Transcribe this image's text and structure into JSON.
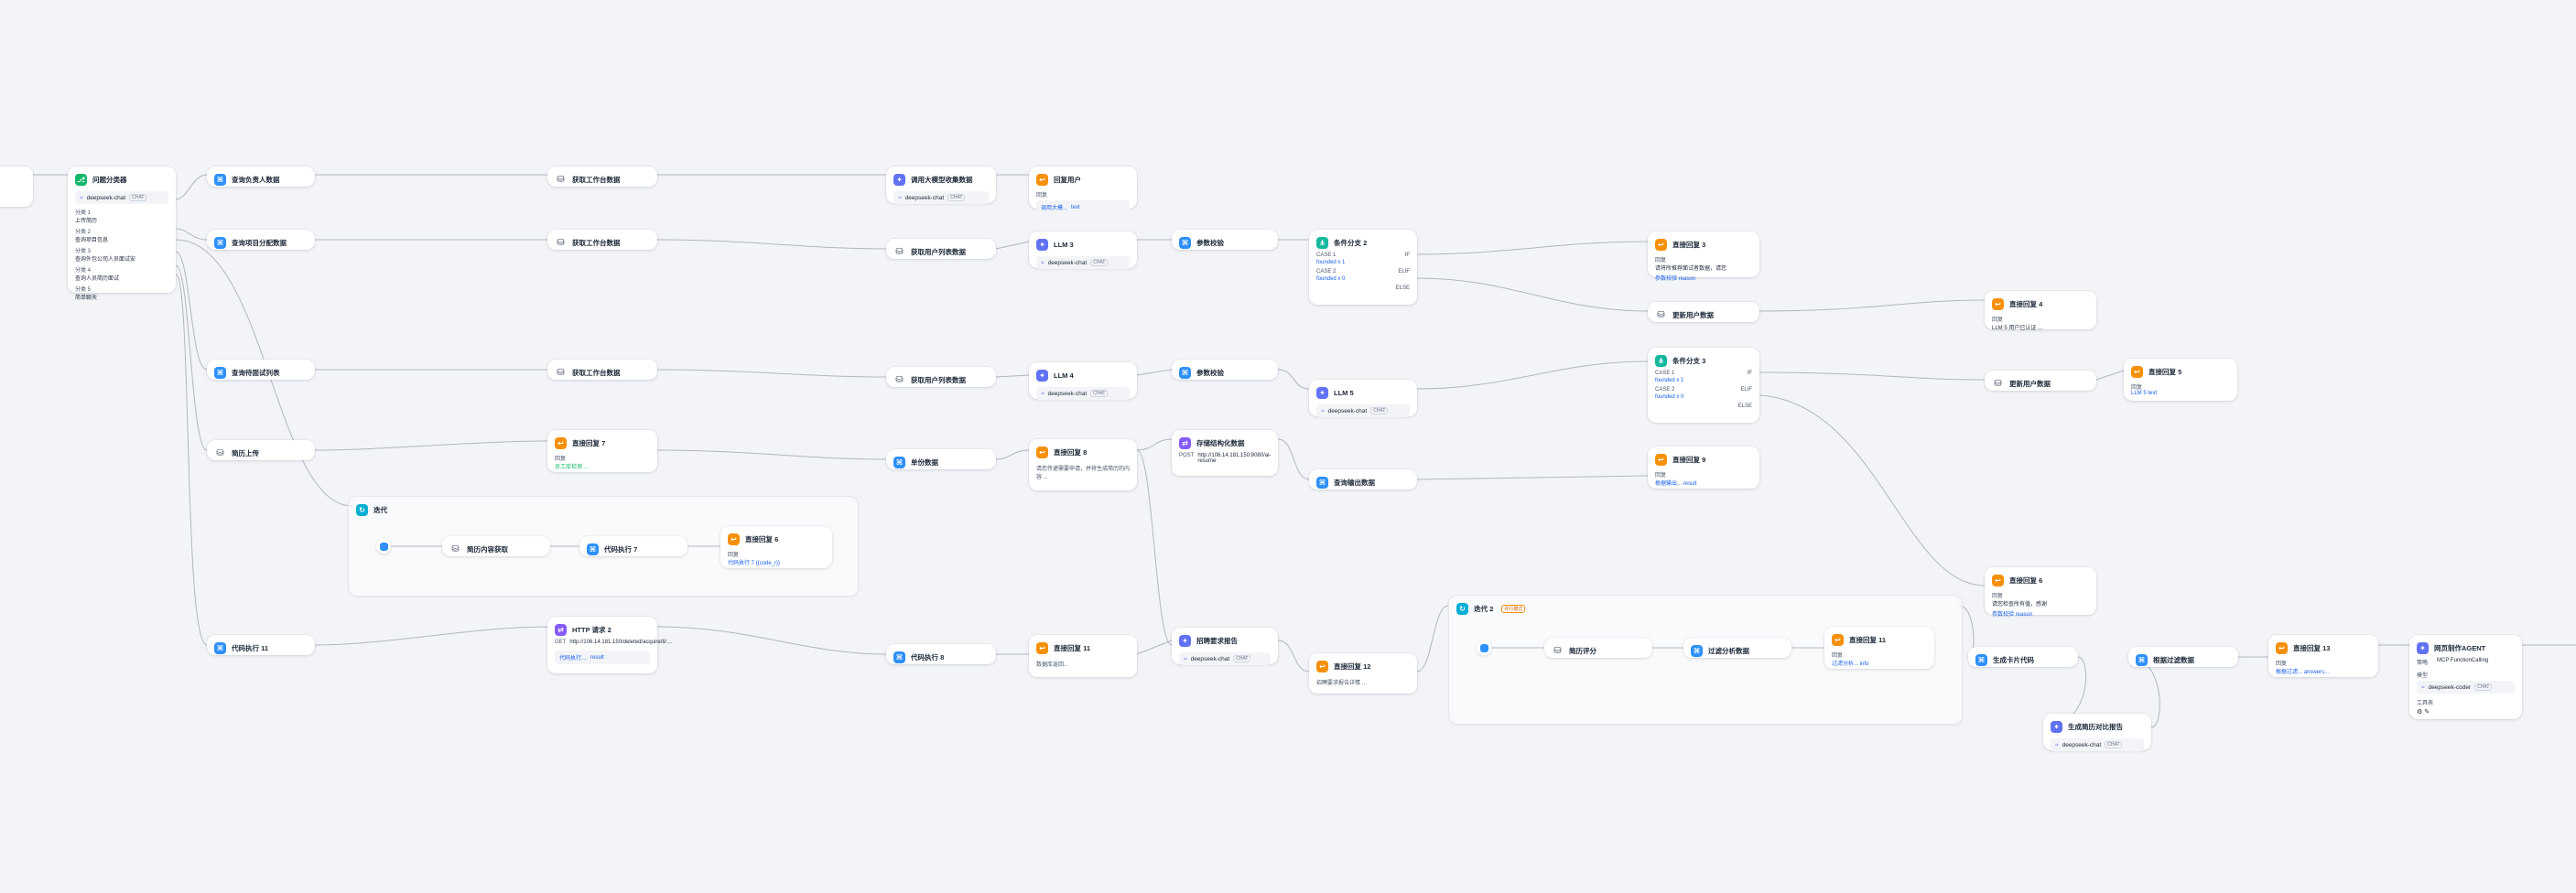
{
  "nodes": {
    "classifier": {
      "title": "问题分类器",
      "model": "deepseek-chat",
      "model_tag": "CHAT",
      "classes": [
        {
          "label": "分类 1",
          "text": "上传简历"
        },
        {
          "label": "分类 2",
          "text": "查询项目信息"
        },
        {
          "label": "分类 3",
          "text": "查询外包公司人员面试安"
        },
        {
          "label": "分类 4",
          "text": "查询人员简历面试"
        },
        {
          "label": "分类 5",
          "text": "简单聊天"
        }
      ]
    },
    "n_query_leader": {
      "title": "查询负责人数据"
    },
    "n_query_project": {
      "title": "查询项目分配数据"
    },
    "n_query_interview": {
      "title": "查询待面试列表"
    },
    "n_resume_upload": {
      "title": "简历上传"
    },
    "n_code11": {
      "title": "代码执行 11"
    },
    "n_fetch_ws1": {
      "title": "获取工作台数据"
    },
    "n_fetch_ws2": {
      "title": "获取工作台数据"
    },
    "n_fetch_ws3": {
      "title": "获取工作台数据"
    },
    "n_reply7": {
      "title": "直接回复 7",
      "label": "回复",
      "text": "员工库检测 …"
    },
    "n_http2": {
      "title": "HTTP 请求 2",
      "method": "GET",
      "url": "http://106.14.181.150/deleted/acquire/ti/…",
      "var": "代码执行…",
      "var_key": "result"
    },
    "n_llm_collect": {
      "title": "调用大模型收集数据",
      "model": "deepseek-chat",
      "model_tag": "CHAT"
    },
    "n_user_list1": {
      "title": "获取用户列表数据"
    },
    "n_user_list2": {
      "title": "获取用户列表数据"
    },
    "n_single": {
      "title": "单份数据"
    },
    "n_code8": {
      "title": "代码执行 8"
    },
    "n_answer_user": {
      "title": "回复用户",
      "label": "回复",
      "var": "调用大模...",
      "var_key": "text"
    },
    "n_llm3": {
      "title": "LLM 3",
      "model": "deepseek-chat",
      "model_tag": "CHAT"
    },
    "n_llm4": {
      "title": "LLM 4",
      "model": "deepseek-chat",
      "model_tag": "CHAT"
    },
    "n_reply8": {
      "title": "直接回复 8",
      "text": "请您传递需要申请，并将生成简历的内容 ..."
    },
    "n_reply11": {
      "title": "直接回复 11",
      "text": "数据库返回..."
    },
    "n_param1": {
      "title": "参数校验"
    },
    "n_param2": {
      "title": "参数校验"
    },
    "n_struct_data": {
      "title": "存储结构化数据",
      "method": "POST",
      "url": "http://106.14.181.150:8080/ai-resume"
    },
    "n_sched_report": {
      "title": "招聘要求报告",
      "model": "deepseek-chat",
      "model_tag": "CHAT"
    },
    "n_cond2": {
      "title": "条件分支 2",
      "rows": [
        {
          "label": "CASE 1",
          "op": "IF"
        },
        {
          "label": "",
          "var": "founded x 1"
        },
        {
          "label": "CASE 2",
          "op": "ELIF"
        },
        {
          "label": "",
          "var": "founded x 0"
        }
      ],
      "else": "ELSE"
    },
    "n_llm5": {
      "title": "LLM 5",
      "model": "deepseek-chat",
      "model_tag": "CHAT"
    },
    "n_query_out": {
      "title": "查询输出数据"
    },
    "n_reply12": {
      "title": "直接回复 12",
      "text": "招聘要求报告详情 …"
    },
    "n_reply3": {
      "title": "直接回复 3",
      "label": "回复",
      "text": "请将所推荐面试者数据，请您",
      "var": "参数校验",
      "var_key": "reason"
    },
    "n_update_user1": {
      "title": "更新用户数据"
    },
    "n_cond3": {
      "title": "条件分支 3",
      "rows": [
        {
          "label": "CASE 1",
          "op": "IF"
        },
        {
          "label": "",
          "var": "founded x 1"
        },
        {
          "label": "CASE 2",
          "op": "ELIF"
        },
        {
          "label": "",
          "var": "founded x 0"
        }
      ],
      "else": "ELSE"
    },
    "n_reply9": {
      "title": "直接回复 9",
      "label": "回复",
      "var": "根据输出...",
      "var_key": "result"
    },
    "n_reply4": {
      "title": "直接回复 4",
      "label": "回复",
      "text": "LLM 5 用户已认证 …"
    },
    "n_update_user2": {
      "title": "更新用户数据"
    },
    "n_reply5": {
      "title": "直接回复 5",
      "label": "回复",
      "var": "LLM 5",
      "var_key": "text"
    },
    "n_reply6b": {
      "title": "直接回复 6",
      "label": "回复",
      "text": "请您检查所有值，感谢",
      "var": "参数校验",
      "var_key": "reason"
    },
    "n_gen_resume": {
      "title": "生成卡片代码"
    },
    "n_gen_compare": {
      "title": "生成简历对比报告",
      "model": "deepseek-chat",
      "model_tag": "CHAT"
    },
    "n_filter_data": {
      "title": "根据过滤数据"
    },
    "n_reply13": {
      "title": "直接回复 13",
      "label": "回复",
      "var": "根据过滤...",
      "var_key": "answers..."
    },
    "n_agent": {
      "title": "网页制作AGENT",
      "strategy_label": "策略",
      "strategy": "MCP FunctionCalling",
      "model_label": "模型",
      "model": "deepseek-coder",
      "model_tag": "CHAT",
      "tools_label": "工具表"
    }
  },
  "iter1": {
    "title": "迭代",
    "children": {
      "n_fetch_inner": {
        "title": "简历内容获取"
      },
      "n_code7": {
        "title": "代码执行 7"
      },
      "n_reply6": {
        "title": "直接回复 6",
        "label": "回复",
        "var": "代码执行 7",
        "var_key": "{{code_r}}"
      }
    }
  },
  "iter2": {
    "title": "迭代 2",
    "tag": "并行模式",
    "children": {
      "n_resume_eval": {
        "title": "简历评分"
      },
      "n_filter_eval": {
        "title": "过滤分析数据"
      },
      "n_reply_inner11": {
        "title": "直接回复 11",
        "label": "回复",
        "var": "过滤分析...",
        "var_key": "info"
      }
    }
  },
  "left_partial": {
    "title": "…"
  }
}
